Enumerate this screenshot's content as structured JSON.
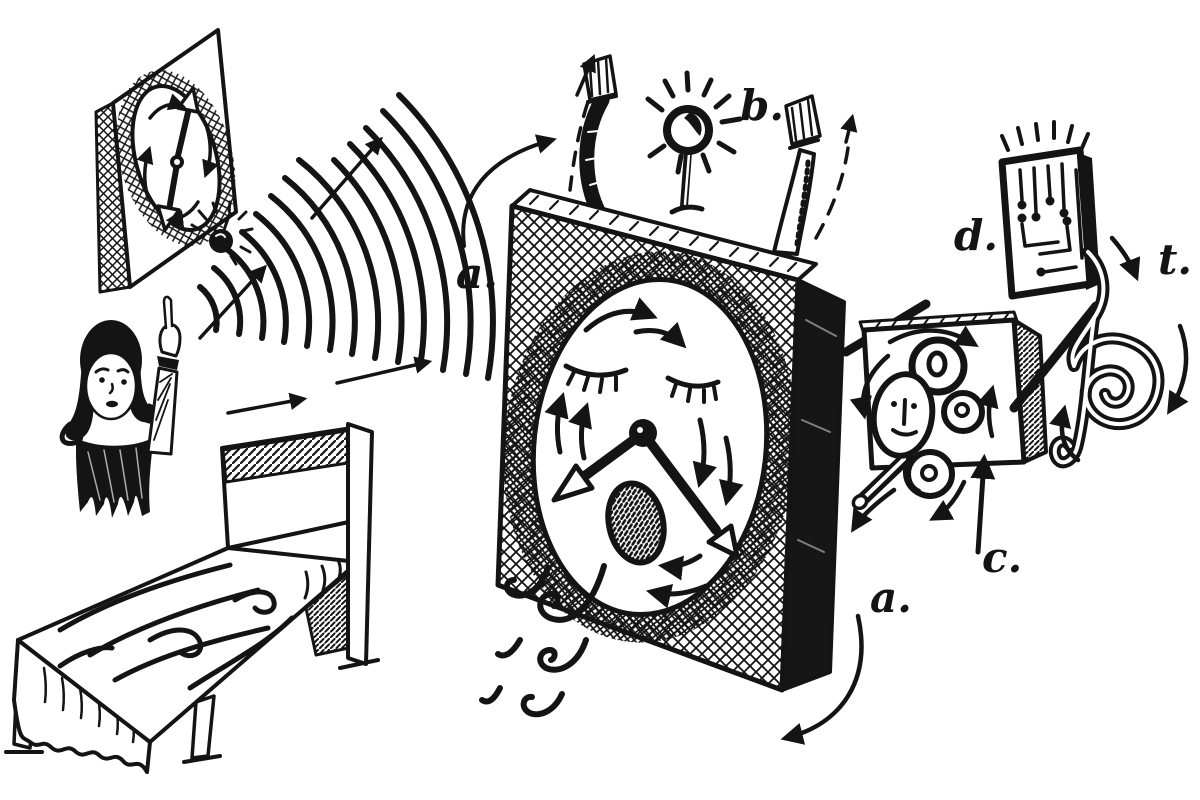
{
  "illustration": {
    "background_color": "#ffffff",
    "ink_color": "#141414",
    "labels": {
      "a_left": "a.",
      "b": "b.",
      "a_bottom": "a.",
      "c": "c.",
      "d": "d.",
      "t": "t."
    },
    "figures": [
      "wall-clock",
      "hanging-bell",
      "waking-woman",
      "pointing-hand",
      "empty-bed",
      "sound-waves",
      "anthropomorphic-alarm-clock",
      "stretching-arms",
      "alarm-bell",
      "clock-hands",
      "closed-eyes",
      "yawning-mouth",
      "breath-swirls",
      "pulley-mechanism",
      "smiley-gear",
      "circuit-board",
      "wire-treble-clef"
    ]
  }
}
